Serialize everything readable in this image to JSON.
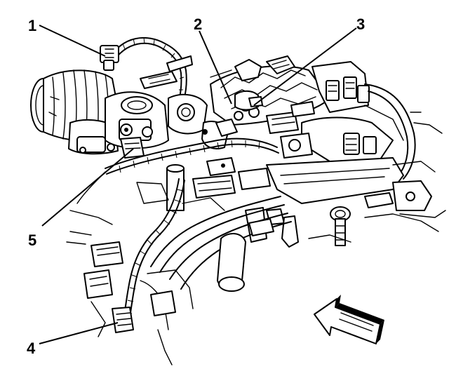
{
  "callouts": [
    {
      "id": "1",
      "label": "1"
    },
    {
      "id": "2",
      "label": "2"
    },
    {
      "id": "3",
      "label": "3"
    },
    {
      "id": "4",
      "label": "4"
    },
    {
      "id": "5",
      "label": "5"
    }
  ],
  "colors": {
    "line": "#000000",
    "background": "#ffffff"
  },
  "icons": {
    "direction_arrow": "view-direction-arrow-icon"
  }
}
